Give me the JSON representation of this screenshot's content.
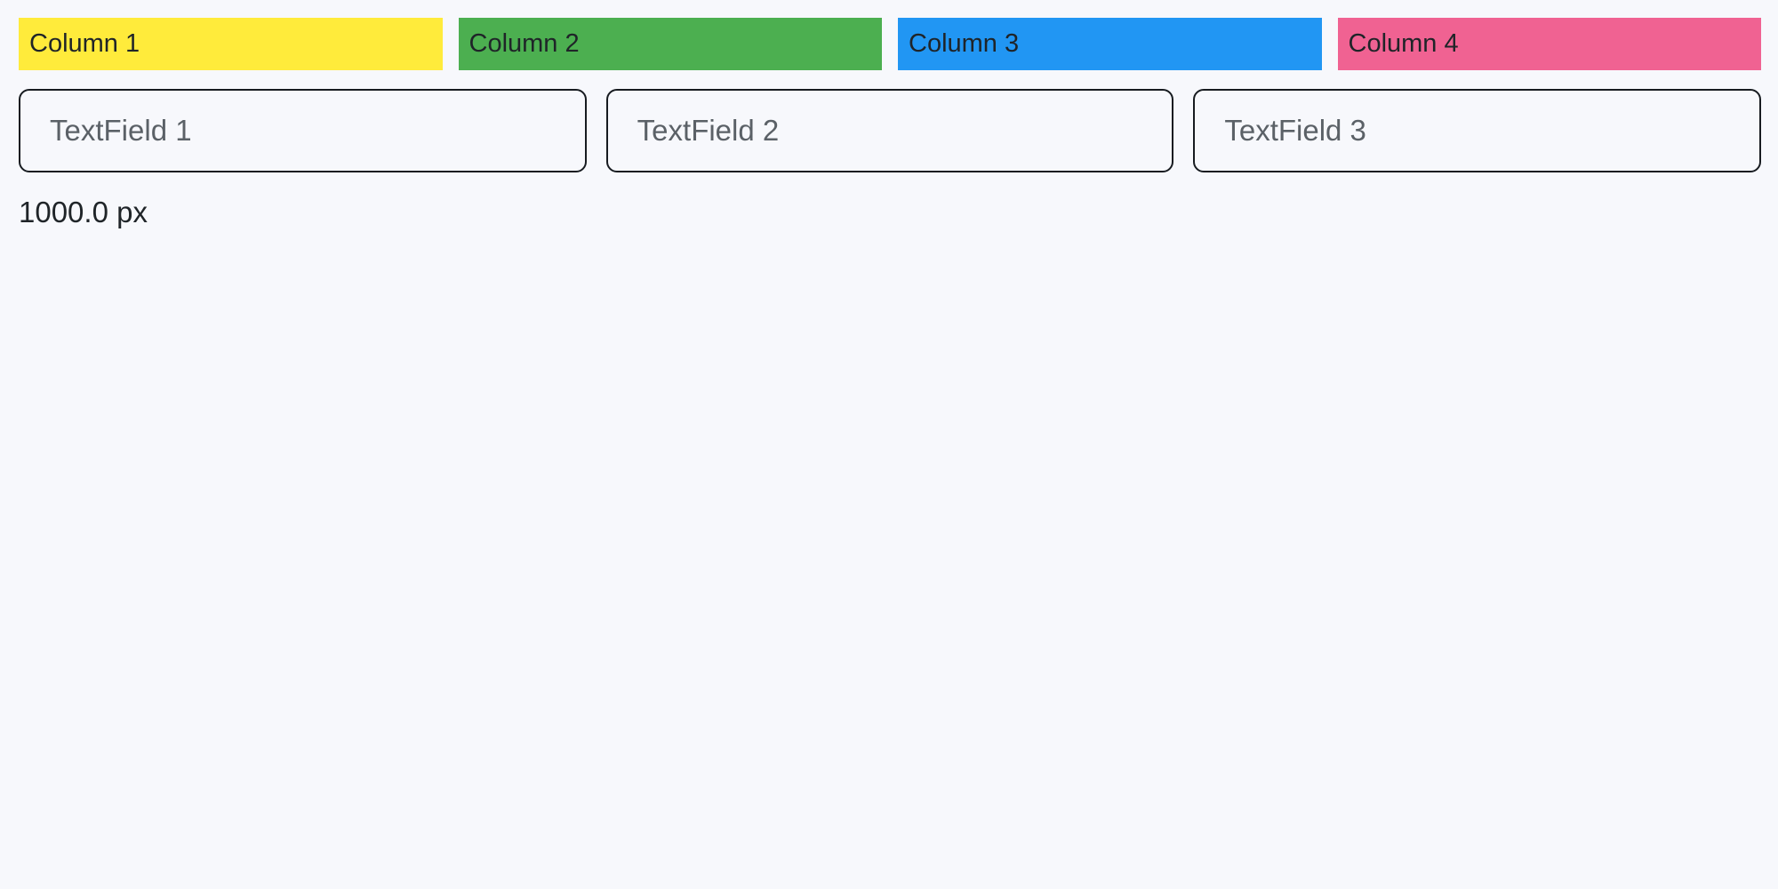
{
  "app": {
    "background_color": "#f7f8fc",
    "footer": {
      "label": "1000.0 px"
    }
  },
  "columns": {
    "items": [
      {
        "label": "Column 1",
        "color": "#ffeb3b"
      },
      {
        "label": "Column 2",
        "color": "#4caf50"
      },
      {
        "label": "Column 3",
        "color": "#2196f3"
      },
      {
        "label": "Column 4",
        "color": "#f06292"
      }
    ]
  },
  "textfields": {
    "items": [
      {
        "placeholder": "TextField 1",
        "value": ""
      },
      {
        "placeholder": "TextField 2",
        "value": ""
      },
      {
        "placeholder": "TextField 3",
        "value": ""
      }
    ]
  }
}
